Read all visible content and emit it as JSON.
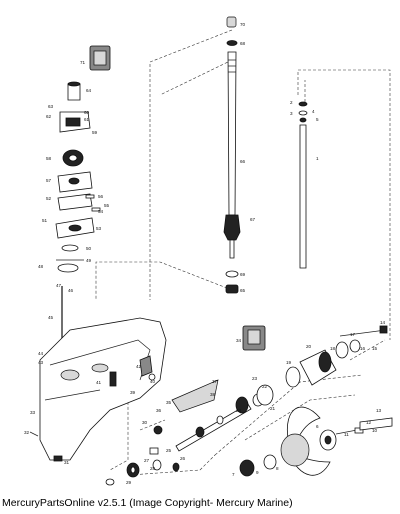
{
  "caption": "MercuryPartsOnline v2.5.1 (Image Copyright- Mercury Marine)",
  "callouts": {
    "c70": "70",
    "c68": "68",
    "c66": "66",
    "c67": "67",
    "c69": "69",
    "c65": "65",
    "c71": "71",
    "c64": "64",
    "c63": "63",
    "c60": "60",
    "c62": "62",
    "c61": "61",
    "c59": "59",
    "c58": "58",
    "c57": "57",
    "c56": "56",
    "c55": "55",
    "c54": "54",
    "c53": "53",
    "c52": "52",
    "c51": "51",
    "c50": "50",
    "c49": "49",
    "c48": "48",
    "c47": "47",
    "c46": "46",
    "c45": "45",
    "c44": "44",
    "c43": "43",
    "c42": "42",
    "c41": "41",
    "c40": "40",
    "c39": "39",
    "c38": "38",
    "c37": "37",
    "c36": "36",
    "c35": "35",
    "c34": "34",
    "c33": "33",
    "c32": "32",
    "c31": "31",
    "c30": "30",
    "c29": "29",
    "c28": "28",
    "c27": "27",
    "c26": "26",
    "c25": "25",
    "c24": "24",
    "c23": "23",
    "c22": "22",
    "c21": "21",
    "c20": "20",
    "c19": "19",
    "c18": "18",
    "c17": "17",
    "c16": "16",
    "c15": "15",
    "c14": "14",
    "c13": "13",
    "c12": "12",
    "c11": "11",
    "c10": "10",
    "c9": "9",
    "c8": "8",
    "c7": "7",
    "c6": "6",
    "c5": "5",
    "c4": "4",
    "c3": "3",
    "c2": "2",
    "c1": "1"
  }
}
